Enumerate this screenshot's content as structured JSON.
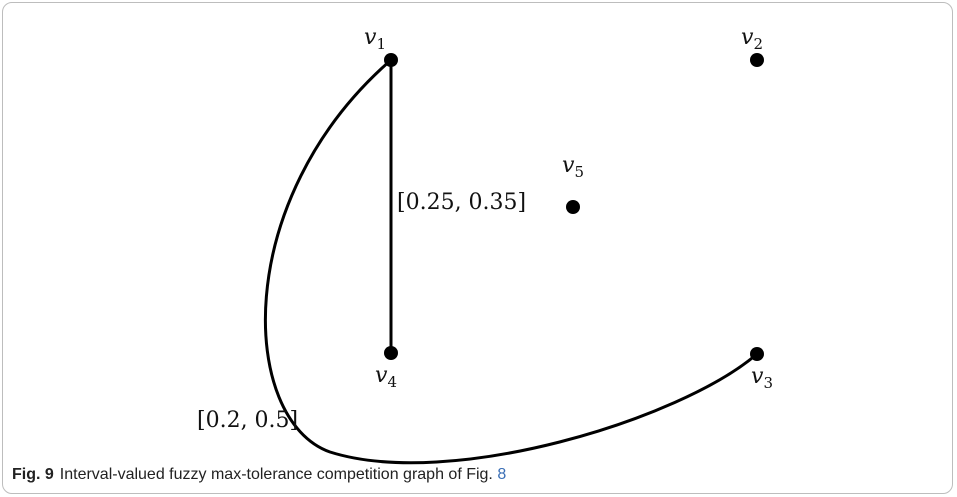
{
  "graph": {
    "vertices": [
      {
        "id": "v1",
        "letter": "v",
        "index": "1"
      },
      {
        "id": "v2",
        "letter": "v",
        "index": "2"
      },
      {
        "id": "v3",
        "letter": "v",
        "index": "3"
      },
      {
        "id": "v4",
        "letter": "v",
        "index": "4"
      },
      {
        "id": "v5",
        "letter": "v",
        "index": "5"
      }
    ],
    "edges": [
      {
        "from": "v1",
        "to": "v4",
        "label": "[0.25, 0.35]",
        "shape": "straight"
      },
      {
        "from": "v1",
        "to": "v3",
        "label": "[0.2, 0.5]",
        "shape": "curved"
      }
    ]
  },
  "caption": {
    "number": "Fig. 9",
    "text": "Interval-valued fuzzy max-tolerance competition graph of Fig.",
    "ref": "8"
  }
}
